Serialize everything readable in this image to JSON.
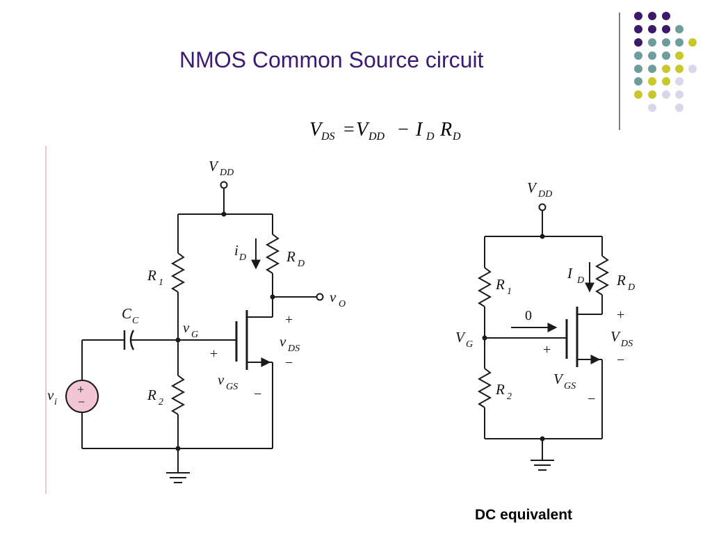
{
  "slide": {
    "title": "NMOS Common Source circuit",
    "caption": "DC equivalent",
    "accent_colors": [
      "#3b1a6b",
      "#6e9e9c",
      "#c8c82a",
      "#d9d8ea"
    ]
  },
  "equation": {
    "lhs": "V",
    "lhs_sub": "DS",
    "eq": "=",
    "t1": "V",
    "t1_sub": "DD",
    "minus": "−",
    "t2": "I",
    "t2_sub": "D",
    "t3": "R",
    "t3_sub": "D"
  },
  "left_circuit": {
    "vdd": "V",
    "vdd_sub": "DD",
    "r1": "R",
    "r1_sub": "1",
    "r2": "R",
    "r2_sub": "2",
    "rd": "R",
    "rd_sub": "D",
    "id": "i",
    "id_sub": "D",
    "cc": "C",
    "cc_sub": "C",
    "vg": "v",
    "vg_sub": "G",
    "vo": "v",
    "vo_sub": "O",
    "vds": "v",
    "vds_sub": "DS",
    "vgs": "v",
    "vgs_sub": "GS",
    "vi": "v",
    "vi_sub": "i",
    "plus": "+",
    "minus": "−"
  },
  "right_circuit": {
    "vdd": "V",
    "vdd_sub": "DD",
    "r1": "R",
    "r1_sub": "1",
    "r2": "R",
    "r2_sub": "2",
    "rd": "R",
    "rd_sub": "D",
    "id": "I",
    "id_sub": "D",
    "vg": "V",
    "vg_sub": "G",
    "vds": "V",
    "vds_sub": "DS",
    "vgs": "V",
    "vgs_sub": "GS",
    "zero": "0",
    "plus": "+",
    "minus": "−"
  }
}
